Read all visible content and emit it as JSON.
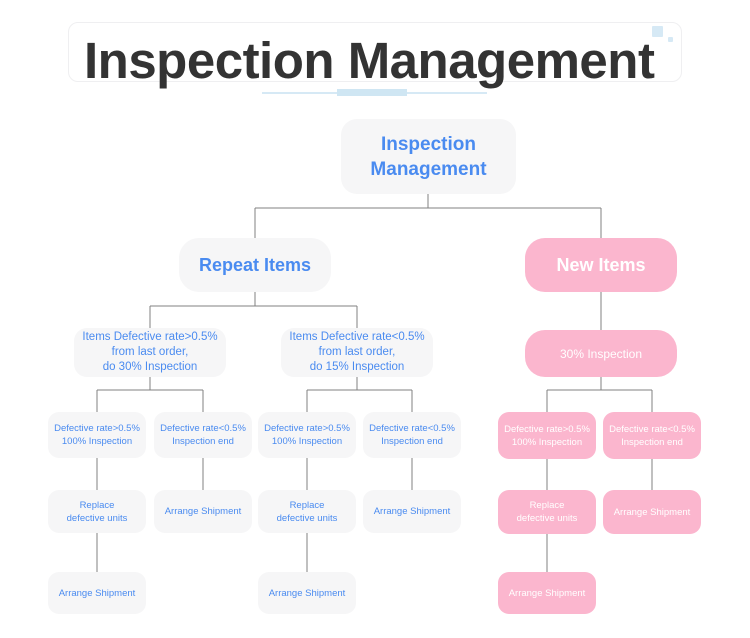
{
  "page": {
    "title": "Inspection Management",
    "background": "#ffffff",
    "accent_blue": "#4a8bf0",
    "accent_pink": "#fbb6ce",
    "node_gray": "#f6f6f7",
    "connector_color": "#808080",
    "deco_color": "#d6e9f5"
  },
  "diagram": {
    "type": "tree-flowchart",
    "root": {
      "label": "Inspection\nManagement",
      "color": "blue"
    },
    "branches": [
      {
        "name": "repeat-items",
        "color": "blue",
        "label": "Repeat Items",
        "children": [
          {
            "name": "rate-above-half",
            "label": "Items Defective rate>0.5%\nfrom last order,\ndo 30% Inspection",
            "children": [
              {
                "name": "defective-above-100",
                "label": "Defective rate>0.5%\n100% Inspection",
                "children": [
                  {
                    "name": "replace-defective-units",
                    "label": "Replace\ndefective units",
                    "children": [
                      {
                        "name": "arrange-shipment",
                        "label": "Arrange Shipment"
                      }
                    ]
                  }
                ]
              },
              {
                "name": "defective-below-end",
                "label": "Defective rate<0.5%\nInspection end",
                "children": [
                  {
                    "name": "arrange-shipment",
                    "label": "Arrange Shipment"
                  }
                ]
              }
            ]
          },
          {
            "name": "rate-below-half",
            "label": "Items Defective rate<0.5%\nfrom last order,\ndo 15% Inspection",
            "children": [
              {
                "name": "defective-above-100",
                "label": "Defective rate>0.5%\n100% Inspection",
                "children": [
                  {
                    "name": "replace-defective-units",
                    "label": "Replace\ndefective units",
                    "children": [
                      {
                        "name": "arrange-shipment",
                        "label": "Arrange Shipment"
                      }
                    ]
                  }
                ]
              },
              {
                "name": "defective-below-end",
                "label": "Defective rate<0.5%\nInspection end",
                "children": [
                  {
                    "name": "arrange-shipment",
                    "label": "Arrange Shipment"
                  }
                ]
              }
            ]
          }
        ]
      },
      {
        "name": "new-items",
        "color": "pink",
        "label": "New Items",
        "children": [
          {
            "name": "thirty-percent-inspection",
            "label": "30% Inspection",
            "children": [
              {
                "name": "defective-above-100",
                "label": "Defective rate>0.5%\n100% Inspection",
                "children": [
                  {
                    "name": "replace-defective-units",
                    "label": "Replace\ndefective units",
                    "children": [
                      {
                        "name": "arrange-shipment",
                        "label": "Arrange Shipment"
                      }
                    ]
                  }
                ]
              },
              {
                "name": "defective-below-end",
                "label": "Defective rate<0.5%\nInspection end",
                "children": [
                  {
                    "name": "arrange-shipment",
                    "label": "Arrange Shipment"
                  }
                ]
              }
            ]
          }
        ]
      }
    ],
    "nodes": {
      "root": "Inspection\nManagement",
      "repeat_items": "Repeat Items",
      "new_items": "New Items",
      "l3_left": "Items Defective rate>0.5%\nfrom last order,\ndo 30% Inspection",
      "l3_mid": "Items Defective rate<0.5%\nfrom last order,\ndo 15% Inspection",
      "l3_pink": "30% Inspection",
      "l4_a": "Defective rate>0.5%\n100% Inspection",
      "l4_b": "Defective rate<0.5%\nInspection end",
      "l4_c": "Defective rate>0.5%\n100% Inspection",
      "l4_d": "Defective rate<0.5%\nInspection end",
      "l4_e": "Defective rate>0.5%\n100% Inspection",
      "l4_f": "Defective rate<0.5%\nInspection end",
      "l5_a": "Replace\ndefective units",
      "l5_b": "Arrange Shipment",
      "l5_c": "Replace\ndefective units",
      "l5_d": "Arrange Shipment",
      "l5_e": "Replace\ndefective units",
      "l5_f": "Arrange Shipment",
      "l6_a": "Arrange Shipment",
      "l6_c": "Arrange Shipment",
      "l6_e": "Arrange Shipment"
    }
  }
}
